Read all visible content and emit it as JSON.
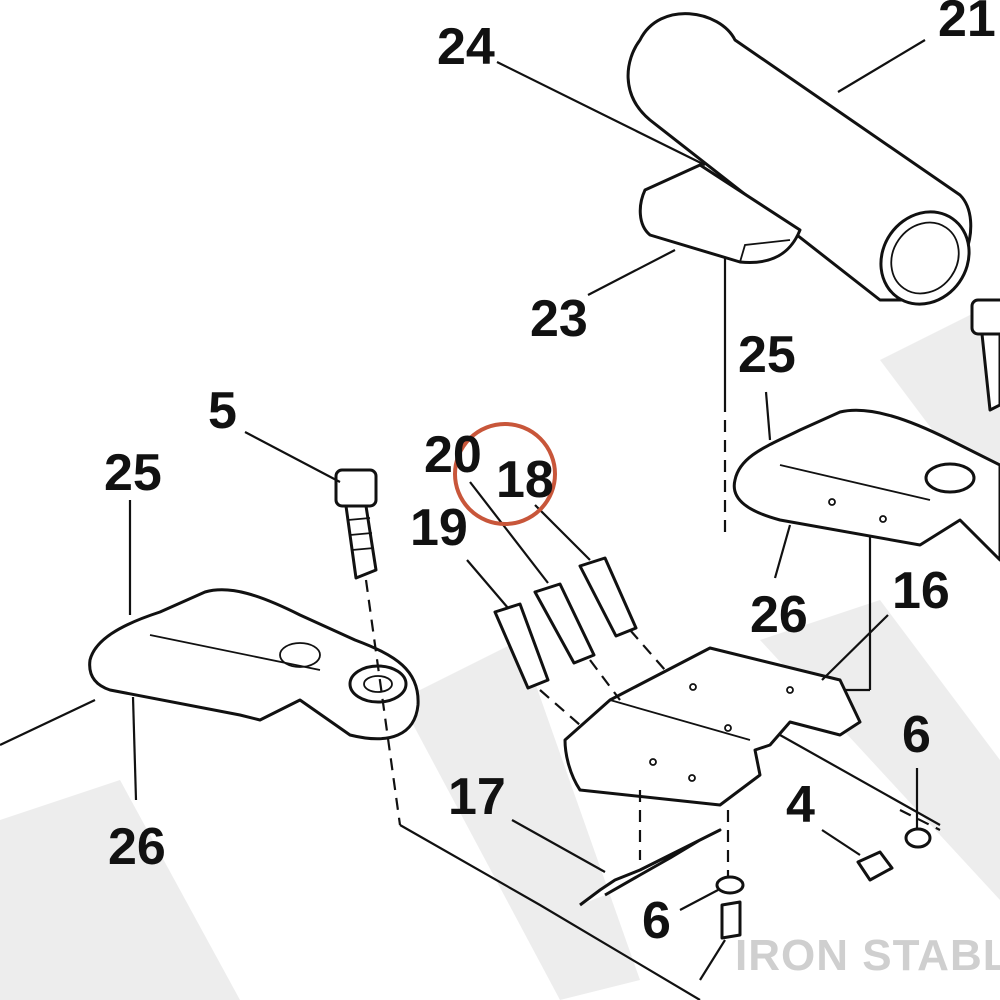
{
  "diagram": {
    "callouts": {
      "c21": "21",
      "c24": "24",
      "c23": "23",
      "c25_right": "25",
      "c5": "5",
      "c25_left": "25",
      "c20": "20",
      "c18": "18",
      "c19": "19",
      "c26_right": "26",
      "c16": "16",
      "c6_right": "6",
      "c4": "4",
      "c17": "17",
      "c26_left": "26",
      "c6_bottom": "6"
    },
    "highlight": {
      "target": "18",
      "color": "#c8563a"
    },
    "watermark_text": "IRON STABLE",
    "colors": {
      "ink": "#111111",
      "watermark": "#cfcfcf",
      "background_watermark": "#ededed"
    }
  }
}
